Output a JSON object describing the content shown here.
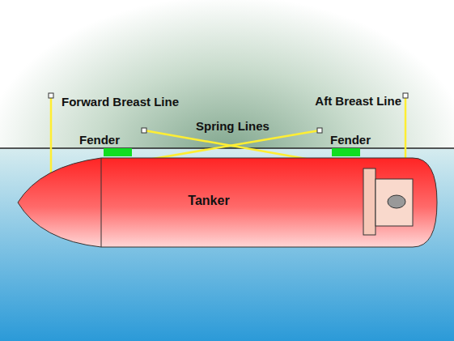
{
  "diagram": {
    "nodes": [
      {
        "text": [
          "Tanker"
        ]
      },
      {
        "text": [
          "Fender"
        ]
      },
      {
        "text": [
          "Fender"
        ]
      }
    ],
    "labels": [
      "Forward Breast Line",
      "Spring Lines",
      "Aft Breast Line"
    ]
  }
}
